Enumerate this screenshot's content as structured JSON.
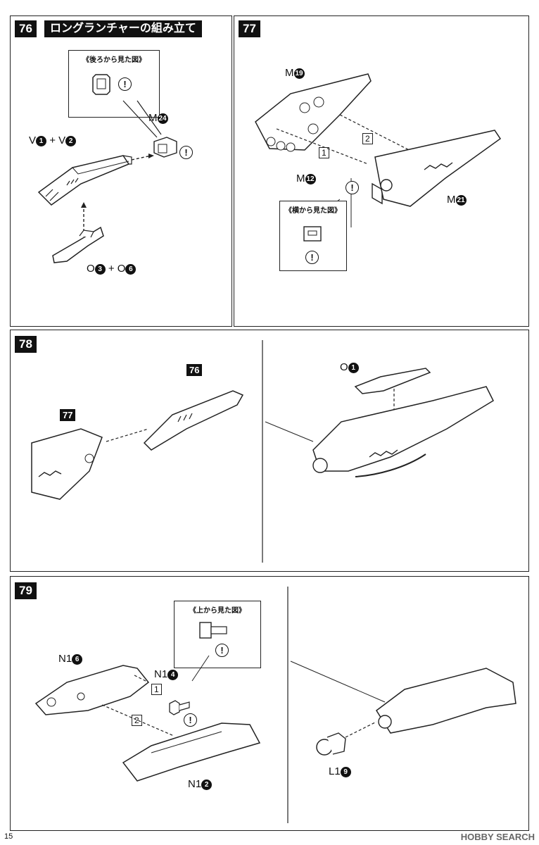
{
  "steps": {
    "s76": {
      "num": "76",
      "title": "ロングランチャーの組み立て",
      "view_title": "《後ろから見た図》",
      "labels": {
        "v": "V",
        "plus1": "+",
        "v2": "V",
        "m": "M",
        "o": "O",
        "plus2": "+",
        "o2": "O"
      },
      "nums": {
        "v1": "1",
        "v2": "2",
        "m24": "24",
        "o3": "3",
        "o6": "6"
      }
    },
    "s77": {
      "num": "77",
      "view_title": "《横から見た図》",
      "labels": {
        "m19": "M",
        "m12": "M",
        "m21": "M"
      },
      "nums": {
        "m19": "19",
        "m12": "12",
        "m21": "21"
      },
      "order": {
        "a": "1",
        "b": "2"
      }
    },
    "s78": {
      "num": "78",
      "ref77": "77",
      "ref76": "76",
      "labels": {
        "o": "O"
      },
      "nums": {
        "o1": "1"
      }
    },
    "s79": {
      "num": "79",
      "view_title": "《上から見た図》",
      "labels": {
        "n16": "N1",
        "n14": "N1",
        "n12": "N1",
        "l19": "L1"
      },
      "nums": {
        "n16": "6",
        "n14": "4",
        "n12": "2",
        "l19": "9"
      },
      "order": {
        "a": "1",
        "b": "2"
      }
    }
  },
  "caution_mark": "!",
  "footer": {
    "page": "15",
    "logo": "HOBBY SEARCH"
  }
}
